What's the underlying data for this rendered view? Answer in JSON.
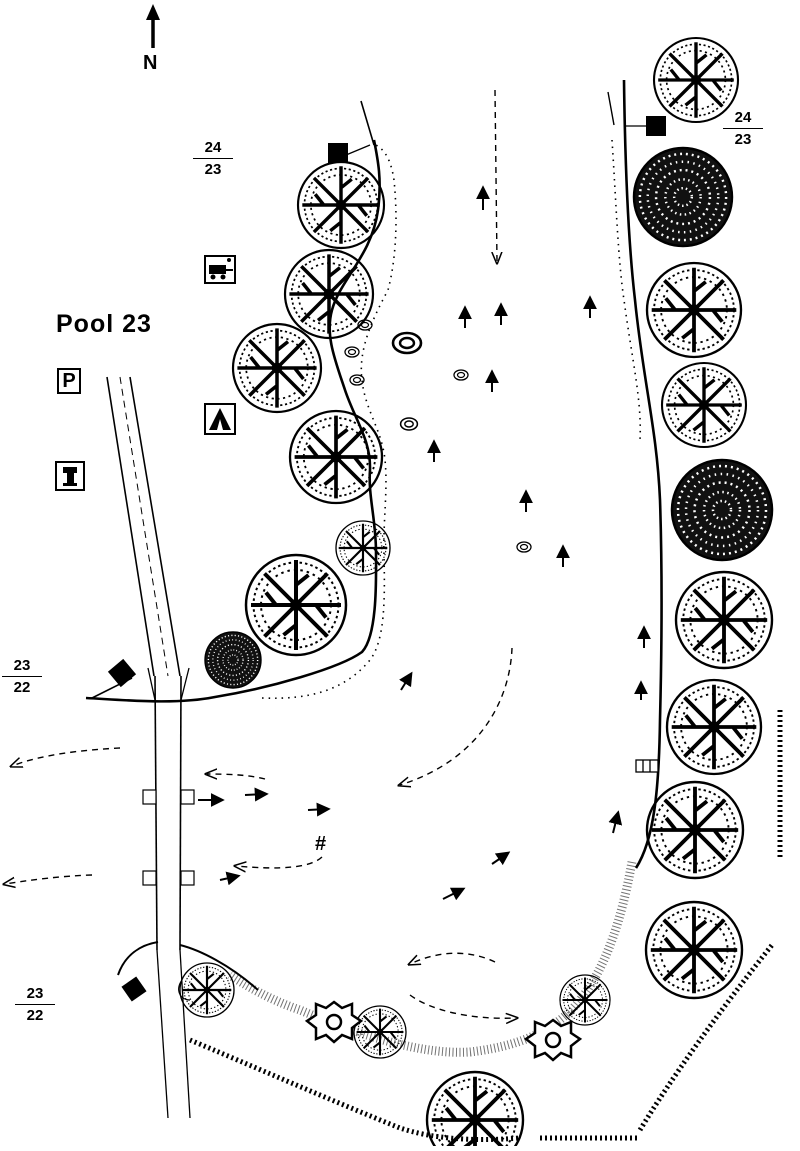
{
  "map": {
    "title": "Pool 23",
    "north_label": "N",
    "boundary_labels": [
      {
        "top": "24",
        "bottom": "23"
      },
      {
        "top": "24",
        "bottom": "23"
      },
      {
        "top": "23",
        "bottom": "22"
      },
      {
        "top": "23",
        "bottom": "22"
      }
    ],
    "symbols": {
      "parking": "P",
      "fishing_marker": "#"
    },
    "icons": [
      "north-arrow-icon",
      "parking-icon",
      "camper-icon",
      "tent-icon",
      "toilet-icon",
      "peg-icon",
      "tree-icon",
      "reed-clump-icon",
      "current-arrow-icon"
    ]
  }
}
